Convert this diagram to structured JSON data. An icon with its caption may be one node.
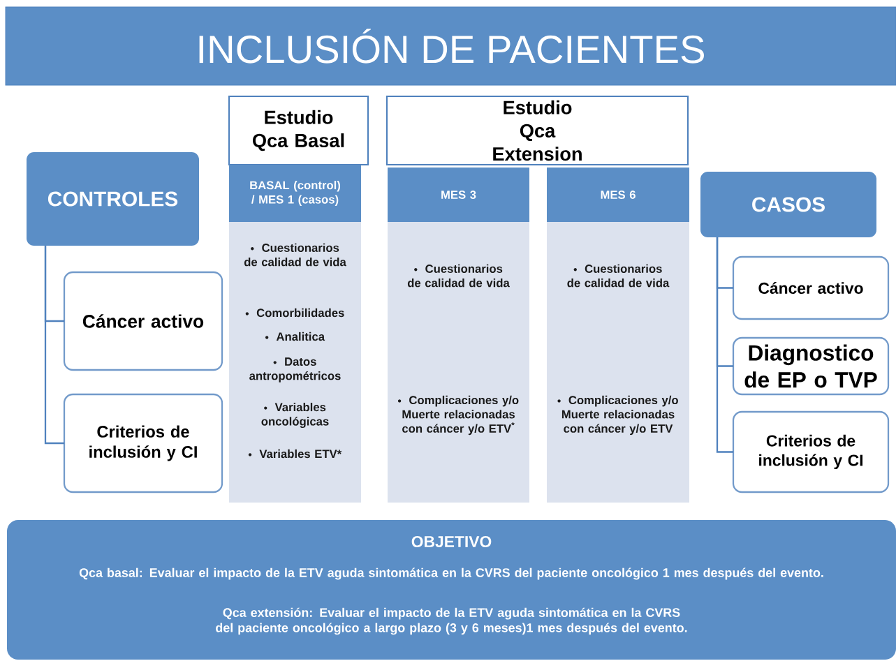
{
  "diagram": {
    "title": "INCLUSIÓN DE PACIENTES",
    "nodes": [
      {
        "text": [
          "CONTROLES"
        ]
      },
      {
        "text": [
          "Cáncer  activo"
        ]
      },
      {
        "text": [
          "Criterios de inclusión y CI"
        ]
      },
      {
        "text": [
          "Estudio Qca Basal"
        ]
      },
      {
        "text": [
          "BASAL (control) / MES 1 (casos)",
          "Cuestionarios de calidad de vida",
          "Comorbilidades",
          "Analitica",
          "Datos antropométricos",
          "Variables oncológicas",
          "Variables ETV*"
        ]
      },
      {
        "text": [
          "Estudio Qca Extension"
        ]
      },
      {
        "text": [
          "MES 3",
          "Cuestionarios de calidad de vida",
          "Complicaciones y/o Muerte relacionadas con cáncer y/o ETV$^{*}$"
        ]
      },
      {
        "text": [
          "MES 6",
          "Cuestionarios de calidad de vida",
          "Complicaciones y/o Muerte relacionadas con cáncer y/o ETV"
        ]
      },
      {
        "text": [
          "CASOS"
        ]
      },
      {
        "text": [
          "Cáncer activo"
        ]
      },
      {
        "text": [
          "Diagnostico de EP o TVP"
        ]
      },
      {
        "text": [
          "Criterios de inclusión y CI"
        ]
      },
      {
        "text": [
          "OBJETIVO",
          "Qca basal: Evaluar el impacto de la ETV aguda sintomática en la CVRS del paciente oncológico 1 mes después del evento.",
          "Qca extensión: Evaluar el impacto de la ETV aguda sintomática en la CVRS del paciente oncológico a largo plazo (3 y 6 meses)1 mes después del evento."
        ]
      }
    ],
    "edges": [
      {
        "from": 0,
        "to": 1,
        "arrow": "none"
      },
      {
        "from": 0,
        "to": 2,
        "arrow": "none"
      },
      {
        "from": 8,
        "to": 9,
        "arrow": "none"
      },
      {
        "from": 8,
        "to": 10,
        "arrow": "none"
      },
      {
        "from": 8,
        "to": 11,
        "arrow": "none"
      }
    ]
  }
}
